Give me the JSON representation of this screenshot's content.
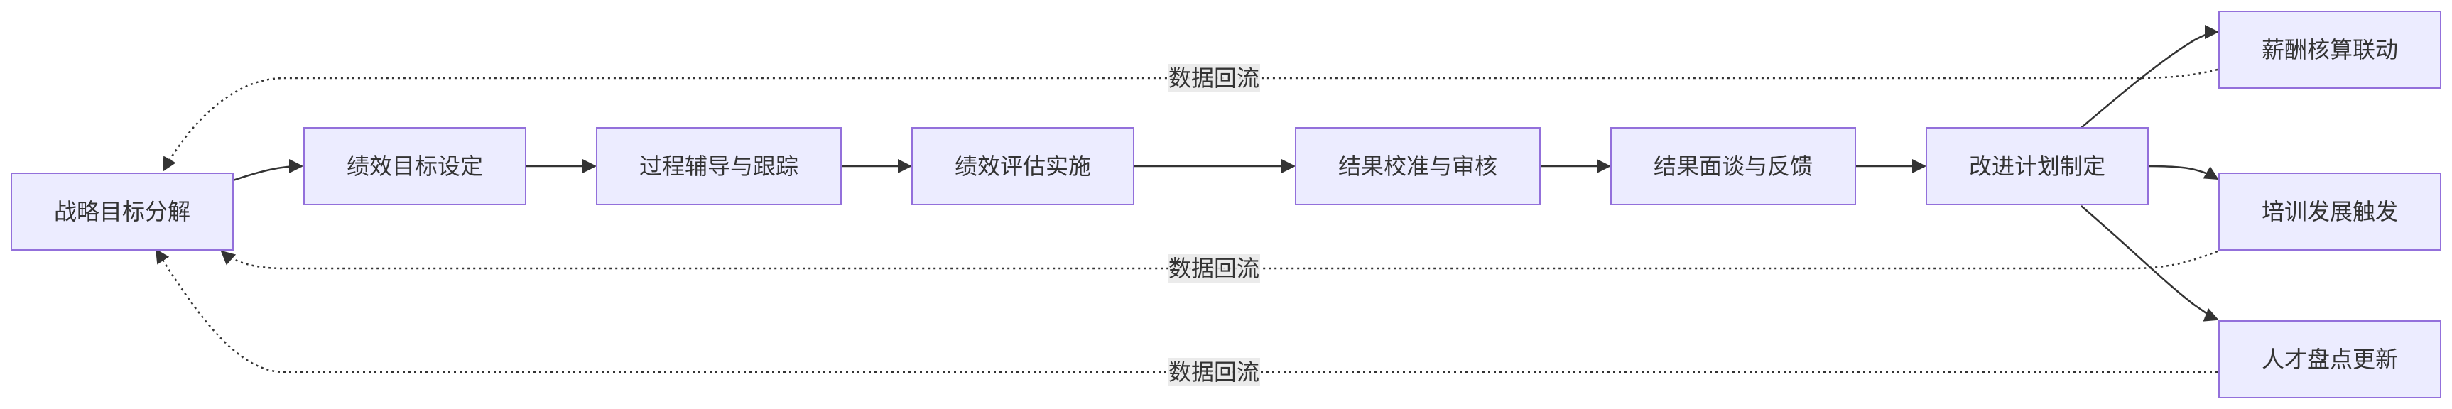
{
  "diagram": {
    "nodes": {
      "strategy": "战略目标分解",
      "goal_setting": "绩效目标设定",
      "process_tracking": "过程辅导与跟踪",
      "evaluation": "绩效评估实施",
      "calibration": "结果校准与审核",
      "feedback": "结果面谈与反馈",
      "improvement": "改进计划制定",
      "compensation": "薪酬核算联动",
      "training": "培训发展触发",
      "talent_review": "人才盘点更新"
    },
    "edge_labels": {
      "loop_top": "数据回流",
      "loop_middle": "数据回流",
      "loop_bottom": "数据回流"
    },
    "colors": {
      "node_fill": "#ECECFF",
      "node_stroke": "#9370DB",
      "line": "#333333",
      "label_bg": "#e8e8e8"
    }
  }
}
